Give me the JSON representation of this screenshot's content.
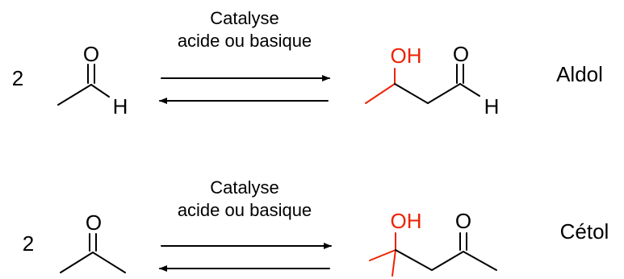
{
  "colors": {
    "ink": "#000000",
    "highlight": "#ee2200"
  },
  "reactions": [
    {
      "coefficient": "2",
      "reactant_atoms": {
        "O": "O",
        "H": "H"
      },
      "condition_line1": "Catalyse",
      "condition_line2": "acide ou basique",
      "product_atoms": {
        "OH": "OH",
        "O": "O",
        "H": "H"
      },
      "name": "Aldol"
    },
    {
      "coefficient": "2",
      "reactant_atoms": {
        "O": "O"
      },
      "condition_line1": "Catalyse",
      "condition_line2": "acide ou basique",
      "product_atoms": {
        "OH": "OH",
        "O": "O"
      },
      "name": "Cétol"
    }
  ]
}
